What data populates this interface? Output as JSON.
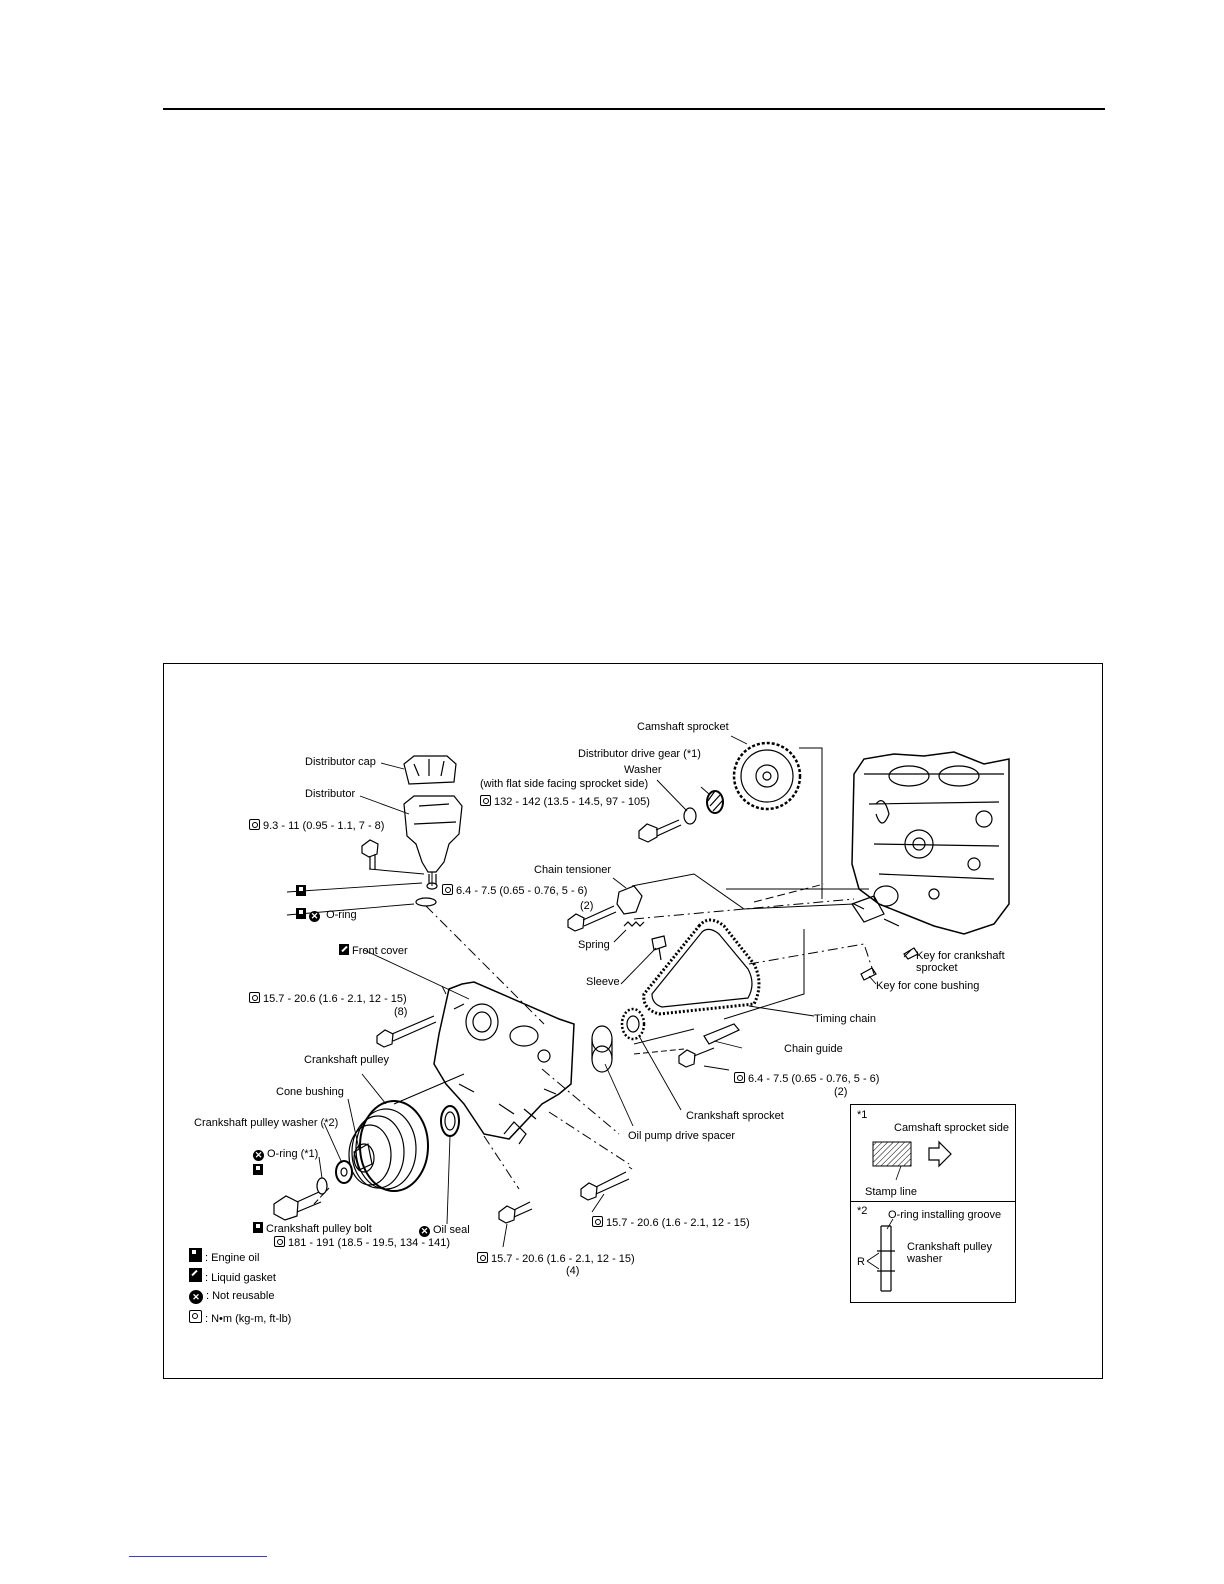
{
  "labels": {
    "distributor_cap": "Distributor cap",
    "distributor": "Distributor",
    "torque_distributor": "9.3 - 11 (0.95 - 1.1, 7 - 8)",
    "torque_cover_small": "6.4 - 7.5 (0.65 - 0.76, 5 - 6)",
    "oring": "O-ring",
    "front_cover": "Front cover",
    "torque_front_cover": "15.7 - 20.6 (1.6 - 2.1, 12 - 15)",
    "qty_8": "(8)",
    "crankshaft_pulley": "Crankshaft pulley",
    "cone_bushing": "Cone bushing",
    "pulley_washer": "Crankshaft pulley washer (*2)",
    "oring_1": "O-ring (*1)",
    "pulley_bolt": "Crankshaft pulley bolt",
    "torque_pulley_bolt": "181 - 191 (18.5 - 19.5, 134 - 141)",
    "oil_seal": "Oil seal",
    "camshaft_sprocket": "Camshaft sprocket",
    "dist_drive_gear": "Distributor drive gear (*1)",
    "washer": "Washer",
    "washer_note": "(with flat side facing sprocket side)",
    "torque_cam": "132 - 142 (13.5 - 14.5, 97 - 105)",
    "chain_tensioner": "Chain tensioner",
    "qty_2a": "(2)",
    "spring": "Spring",
    "sleeve": "Sleeve",
    "key_crank": "Key for crankshaft",
    "key_crank_2": "sprocket",
    "key_cone": "Key for cone bushing",
    "timing_chain": "Timing chain",
    "chain_guide": "Chain guide",
    "torque_guide": "6.4 - 7.5 (0.65 - 0.76, 5 - 6)",
    "qty_2b": "(2)",
    "crank_sprocket": "Crankshaft sprocket",
    "oil_pump_spacer": "Oil pump drive spacer",
    "torque_lower_right": "15.7 - 20.6 (1.6 - 2.1, 12 - 15)",
    "torque_lower_mid": "15.7 - 20.6 (1.6 - 2.1, 12 - 15)",
    "qty_4": "(4)"
  },
  "legend": [
    {
      "icon": "engine-oil-icon",
      "text": ": Engine oil"
    },
    {
      "icon": "liquid-gasket-icon",
      "text": ": Liquid gasket"
    },
    {
      "icon": "not-reusable-icon",
      "text": ": Not reusable"
    },
    {
      "icon": "torque-icon",
      "text": ": N•m (kg-m, ft-lb)"
    }
  ],
  "inset1": {
    "tag": "*1",
    "side": "Camshaft sprocket side",
    "stamp": "Stamp line"
  },
  "inset2": {
    "tag": "*2",
    "groove": "O-ring installing groove",
    "r": "R",
    "washer1": "Crankshaft pulley",
    "washer2": "washer"
  }
}
